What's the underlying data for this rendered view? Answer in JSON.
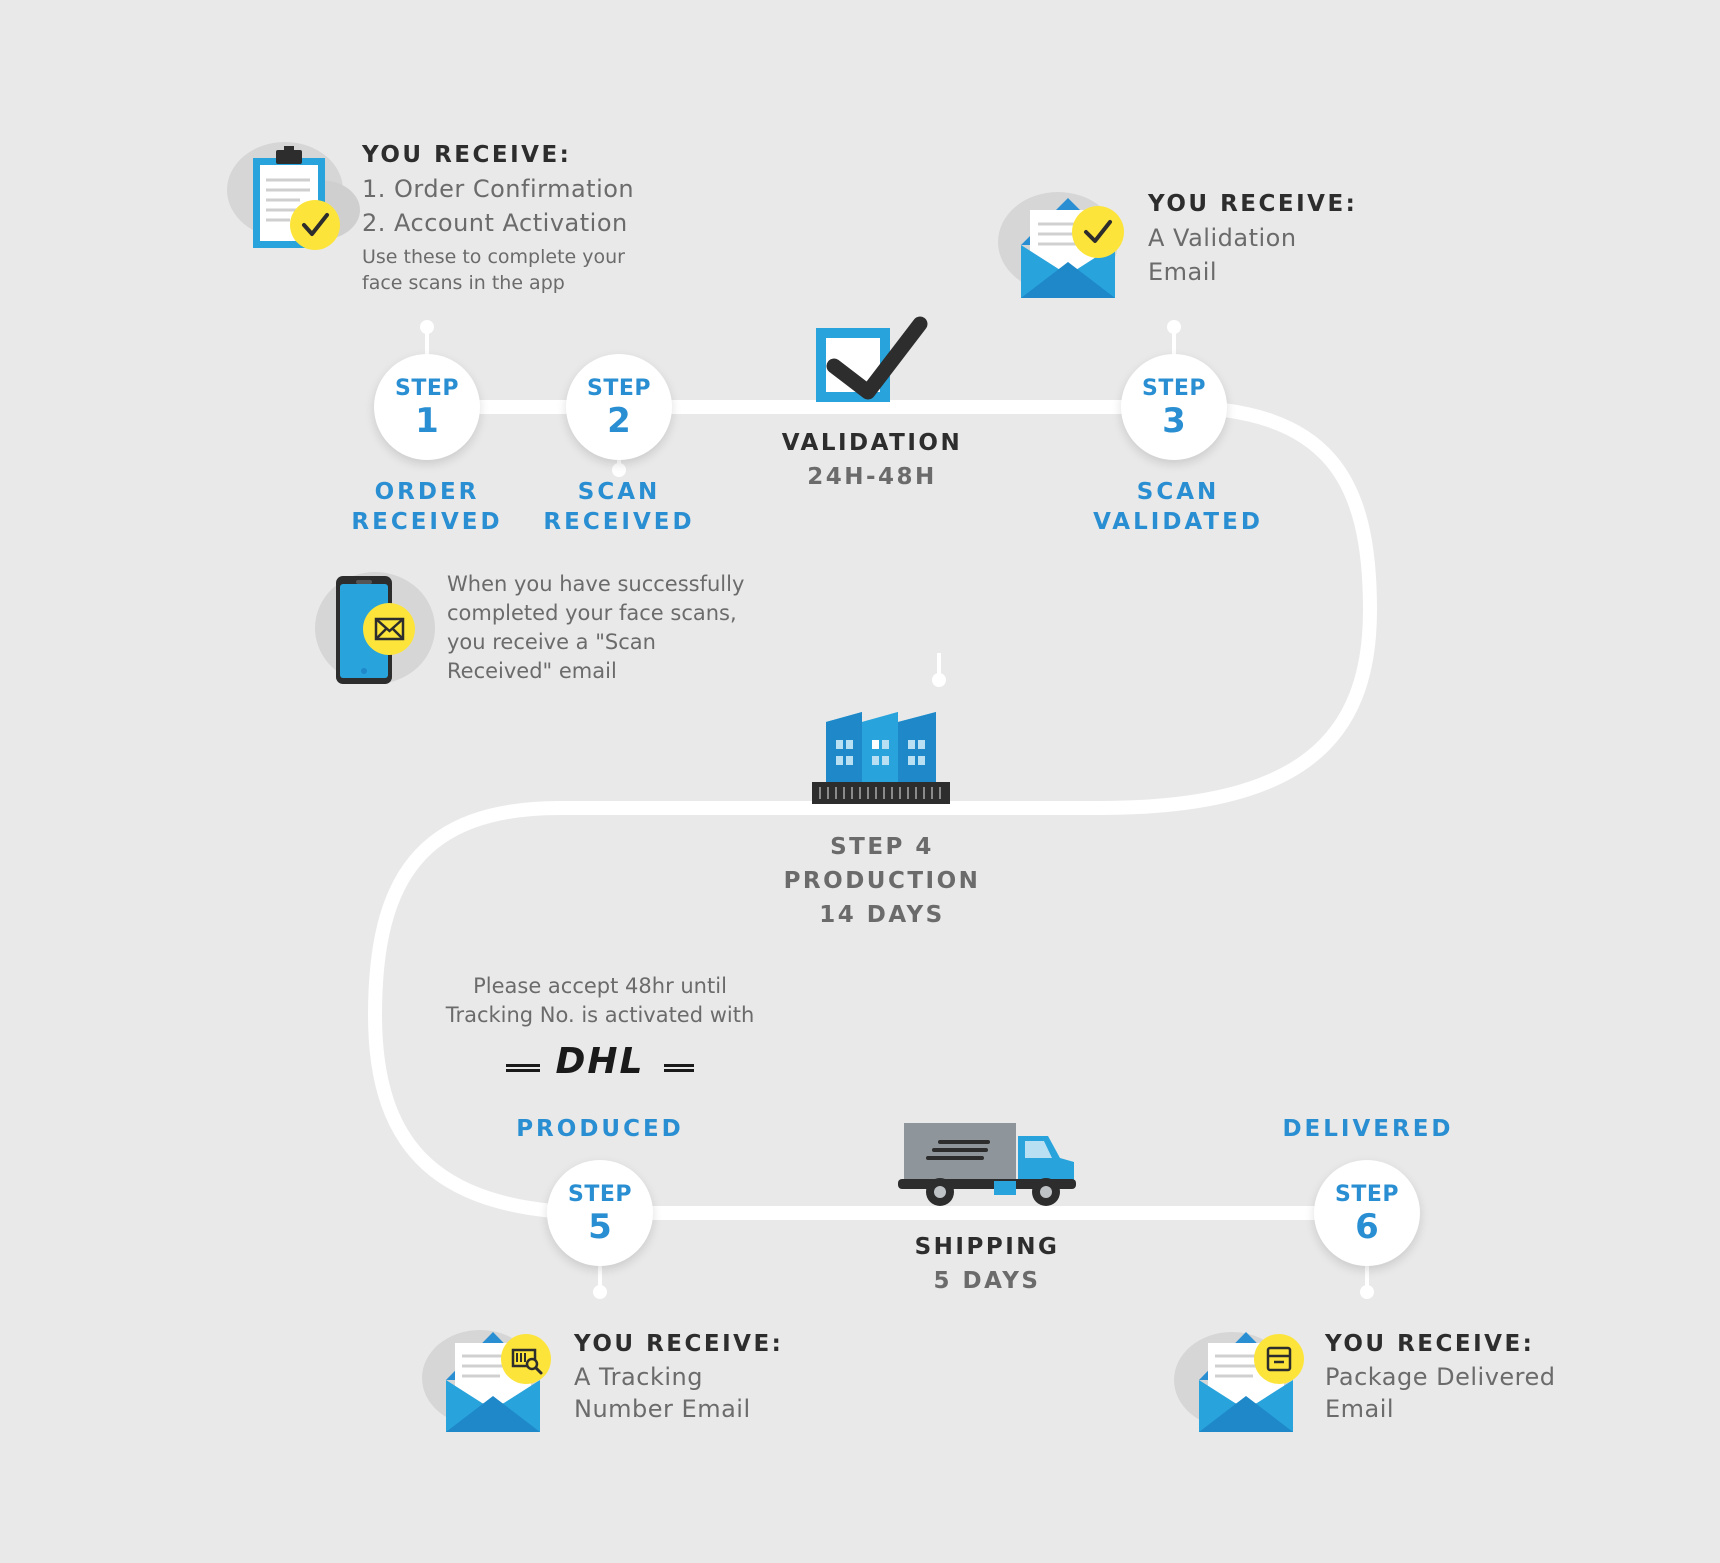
{
  "steps": [
    {
      "word": "STEP",
      "number": "1",
      "label_line1": "ORDER",
      "label_line2": "RECEIVED"
    },
    {
      "word": "STEP",
      "number": "2",
      "label_line1": "SCAN",
      "label_line2": "RECEIVED"
    },
    {
      "word": "STEP",
      "number": "3",
      "label_line1": "SCAN",
      "label_line2": "VALIDATED"
    },
    {
      "word": "STEP",
      "number": "5",
      "label": "PRODUCED"
    },
    {
      "word": "STEP",
      "number": "6",
      "label": "DELIVERED"
    }
  ],
  "validation": {
    "title": "VALIDATION",
    "duration": "24H-48H"
  },
  "production": {
    "line1": "STEP 4",
    "line2": "PRODUCTION",
    "line3": "14 DAYS"
  },
  "shipping": {
    "title": "SHIPPING",
    "duration": "5 DAYS"
  },
  "receive_1": {
    "title": "YOU RECEIVE:",
    "item1": "1. Order Confirmation",
    "item2": "2. Account Activation",
    "note_line1": "Use these to complete your",
    "note_line2": "face scans in the app"
  },
  "receive_3": {
    "title": "YOU RECEIVE:",
    "line1": "A Validation",
    "line2": "Email"
  },
  "receive_5": {
    "title": "YOU RECEIVE:",
    "line1": "A Tracking",
    "line2": "Number Email"
  },
  "receive_6": {
    "title": "YOU RECEIVE:",
    "line1": "Package Delivered",
    "line2": "Email"
  },
  "scan_note": {
    "line1": "When you have successfully",
    "line2": "completed your face scans,",
    "line3": "you receive a \"Scan",
    "line4": "Received\" email"
  },
  "tracking_note": {
    "line1": "Please accept 48hr until",
    "line2": "Tracking No. is activated with"
  },
  "carrier_logo_text": "DHL",
  "colors": {
    "background": "#e9e9e9",
    "blue": "#2a8fd2",
    "yellow": "#fce43b",
    "dark": "#2d2d2d",
    "grey": "#6b6b6b"
  },
  "icons": [
    "clipboard-check-icon",
    "envelope-check-icon",
    "checkbox-icon",
    "phone-mail-icon",
    "factory-icon",
    "truck-icon",
    "envelope-tracking-icon",
    "envelope-package-icon",
    "dhl-logo"
  ]
}
